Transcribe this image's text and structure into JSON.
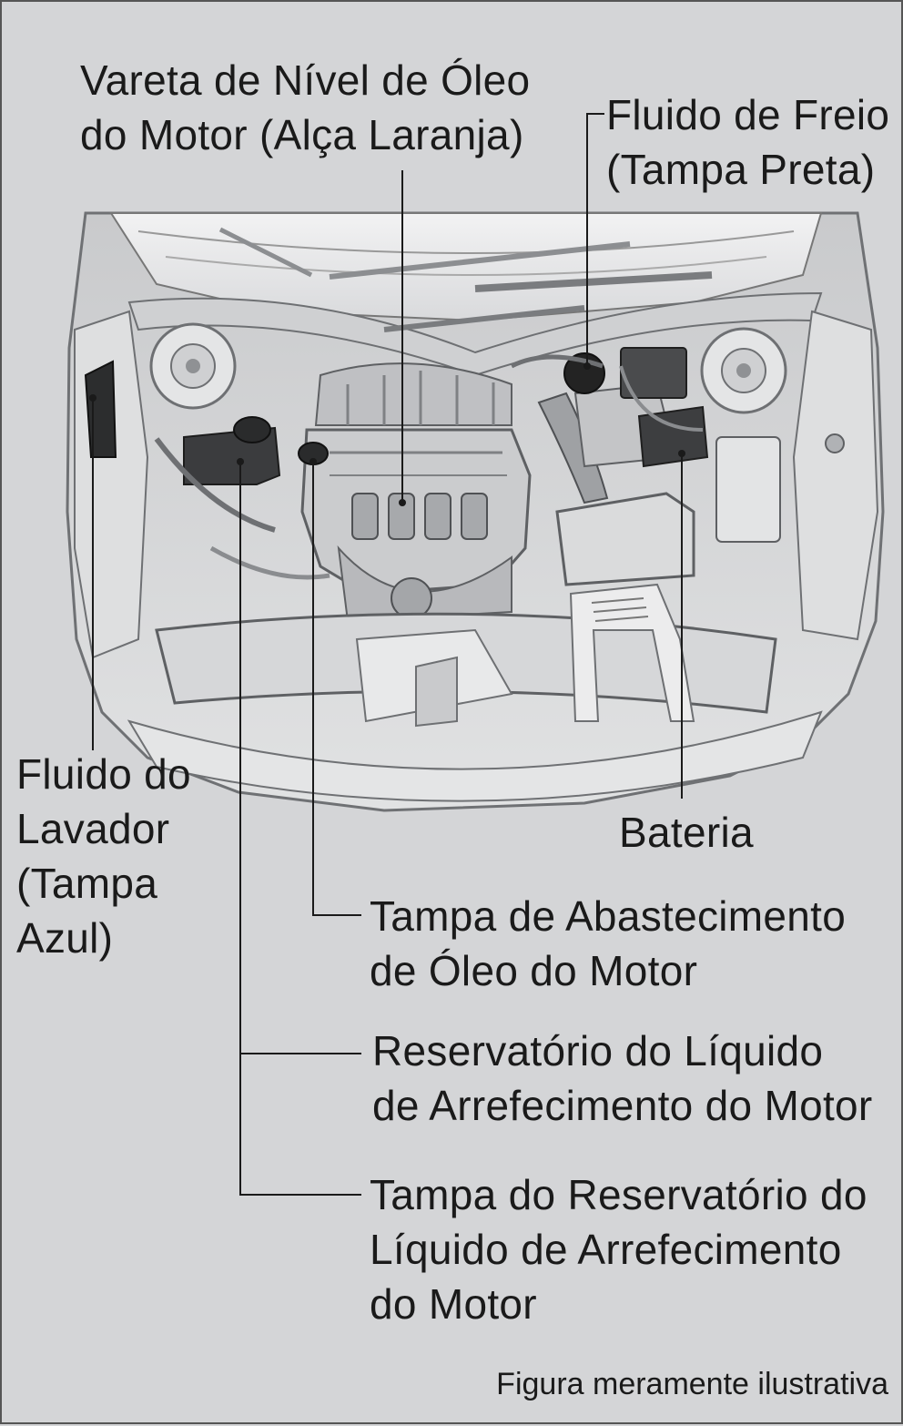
{
  "labels": {
    "dipstick": [
      "Vareta de Nível de Óleo",
      "do Motor (Alça Laranja)"
    ],
    "brake_fluid": [
      "Fluido de Freio",
      "(Tampa Preta)"
    ],
    "washer_fluid": [
      "Fluido do",
      "Lavador",
      "(Tampa",
      "Azul)"
    ],
    "battery": [
      "Bateria"
    ],
    "oil_filler_cap": [
      "Tampa de Abastecimento",
      "de Óleo do Motor"
    ],
    "coolant_reservoir": [
      "Reservatório do Líquido",
      "de Arrefecimento do Motor"
    ],
    "coolant_cap": [
      "Tampa do Reservatório do",
      "Líquido de Arrefecimento",
      "do Motor"
    ]
  },
  "caption": "Figura meramente ilustrativa",
  "colors": {
    "background": "#d4d5d7",
    "line": "#1a1a1a",
    "engine_light": "#e6e7e8",
    "engine_dark": "#9ea0a3"
  }
}
